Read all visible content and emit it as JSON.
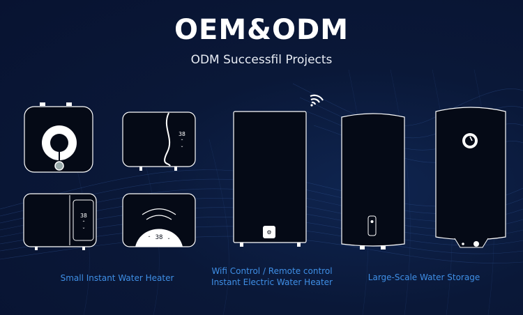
{
  "header": {
    "title": "OEM&ODM",
    "subtitle": "ODM Successfil Projects"
  },
  "captions": {
    "small_instant": "Small Instant Water Heater",
    "wifi_line1": "Wifi Control / Remote control",
    "wifi_line2": "Instant Electric Water Heater",
    "large_storage": "Large-Scale Water Storage"
  },
  "displays": {
    "small_right_top": "38",
    "small_left_bottom": "38",
    "small_round": "38"
  },
  "icons": {
    "wifi": "wifi-icon"
  },
  "colors": {
    "background": "#0a1838",
    "caption": "#3f8fe6",
    "outline": "#ffffff"
  }
}
